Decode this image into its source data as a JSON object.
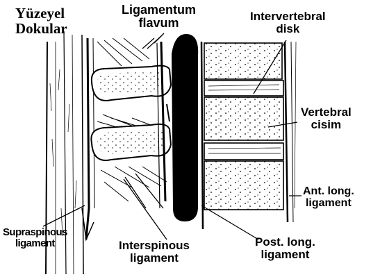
{
  "labels": {
    "superficial_tissue": [
      "Yüzeyel",
      "Dokular"
    ],
    "ligamentum_flavum": [
      "Ligamentum",
      "flavum"
    ],
    "intervertebral_disk": [
      "Intervertebral",
      "disk"
    ],
    "vertebral_body": [
      "Vertebral",
      "cisim"
    ],
    "anterior_longitudinal_ligament": [
      "Ant. long.",
      "ligament"
    ],
    "supraspinous_ligament": [
      "Supraspinous",
      "ligament"
    ],
    "interspinous_ligament": [
      "Interspinous",
      "ligament"
    ],
    "posterior_longitudinal_ligament": [
      "Post. long.",
      "ligament"
    ]
  },
  "colors": {
    "ink": "#000000",
    "paper": "#ffffff",
    "canal": "#000000"
  }
}
